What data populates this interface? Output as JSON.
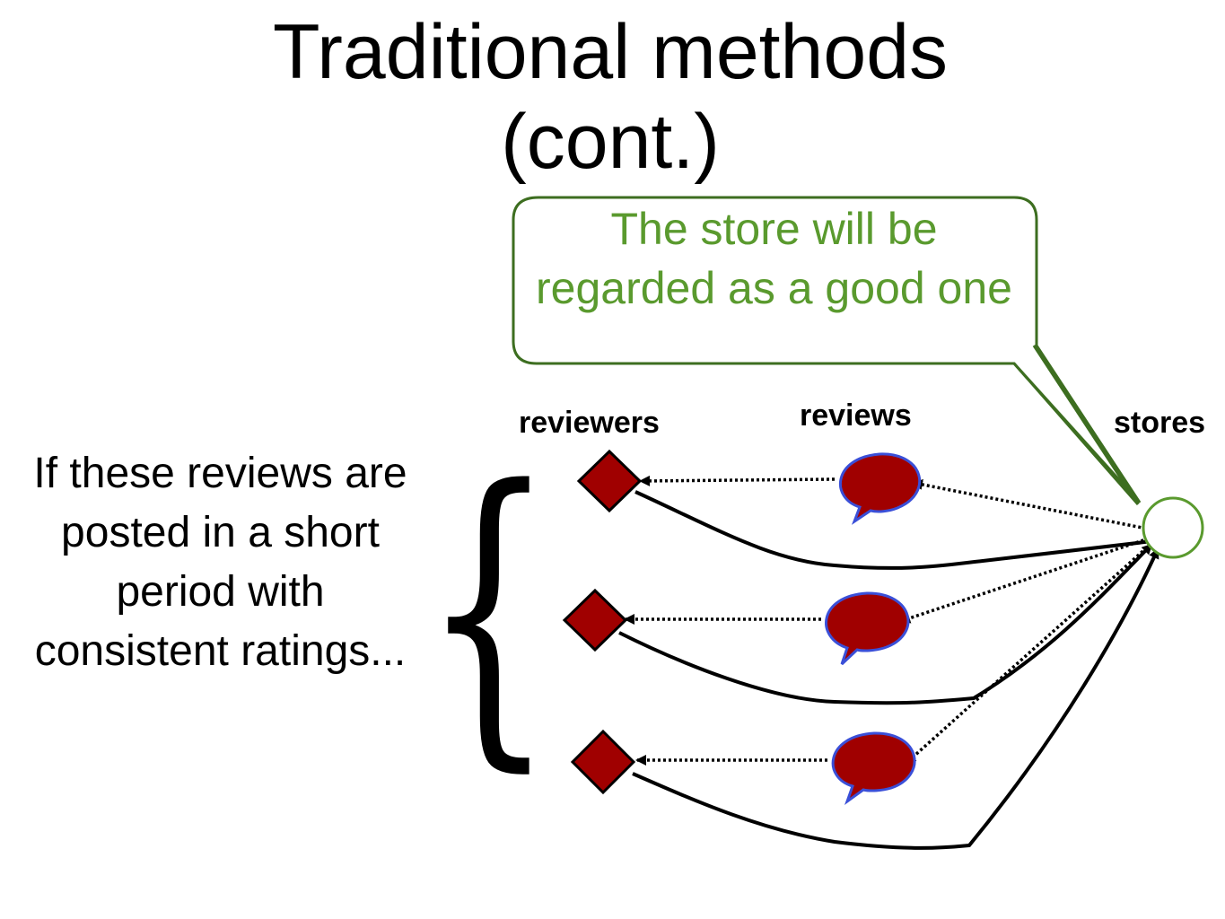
{
  "slide": {
    "title": "Traditional methods (cont.)",
    "callout": "The store will be regarded as a good one",
    "labels": {
      "reviewers": "reviewers",
      "reviews": "reviews",
      "stores": "stores"
    },
    "side_text": "If these reviews are posted in a short period with consistent ratings...",
    "colors": {
      "reviewer_fill": "#a00000",
      "review_fill": "#a00000",
      "review_stroke": "#3a4fd8",
      "store_stroke": "#5a9a2e",
      "callout_border": "#3d6e20",
      "callout_text": "#5a9a2e"
    }
  }
}
